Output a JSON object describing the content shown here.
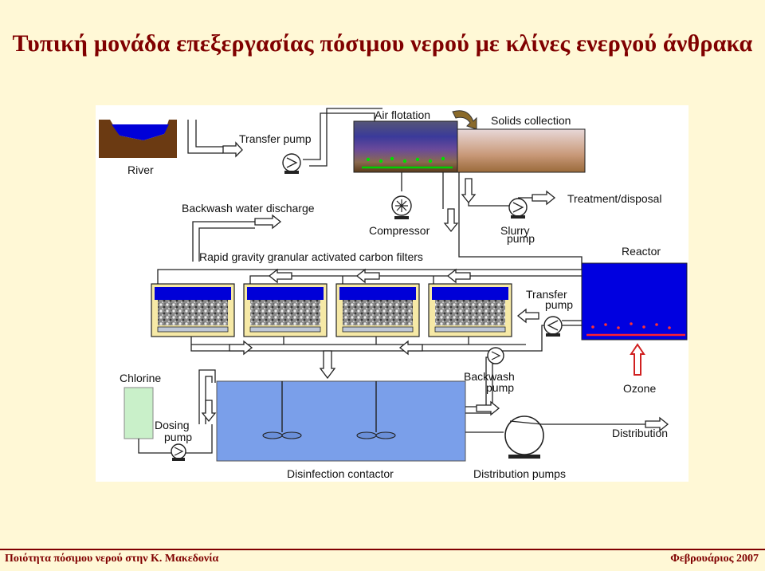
{
  "slide": {
    "title": "Τυπική μονάδα επεξεργασίας πόσιμου νερού με κλίνες ενεργού άνθρακα",
    "footer_left": "Ποιότητα πόσιμου νερού στην Κ. Μακεδονία",
    "footer_right": "Φεβρουάριος 2007"
  },
  "diagram": {
    "labels": {
      "river": "River",
      "transfer_pump_1": "Transfer pump",
      "air_flotation": "Air flotation",
      "solids_collection": "Solids collection",
      "backwash_discharge": "Backwash water discharge",
      "compressor": "Compressor",
      "slurry_1": "Slurry",
      "slurry_2": "pump",
      "treatment_disposal": "Treatment/disposal",
      "filters": "Rapid gravity granular activated carbon filters",
      "reactor": "Reactor",
      "transfer_pump_2a": "Transfer",
      "transfer_pump_2b": "pump",
      "chlorine": "Chlorine",
      "backwash_pump_a": "Backwash",
      "backwash_pump_b": "pump",
      "ozone": "Ozone",
      "dosing_pump_a": "Dosing",
      "dosing_pump_b": "pump",
      "distribution": "Distribution",
      "disinfection_contactor": "Disinfection contactor",
      "distribution_pumps": "Distribution pumps"
    },
    "colors": {
      "title": "#800000",
      "background": "#FFF8D6",
      "water_blue": "#0000E0",
      "tank_tan": "#F6E9A6",
      "contactor_blue": "#7A9FEA",
      "chlorine_green": "#C9F0C9",
      "line": "#222222"
    }
  }
}
